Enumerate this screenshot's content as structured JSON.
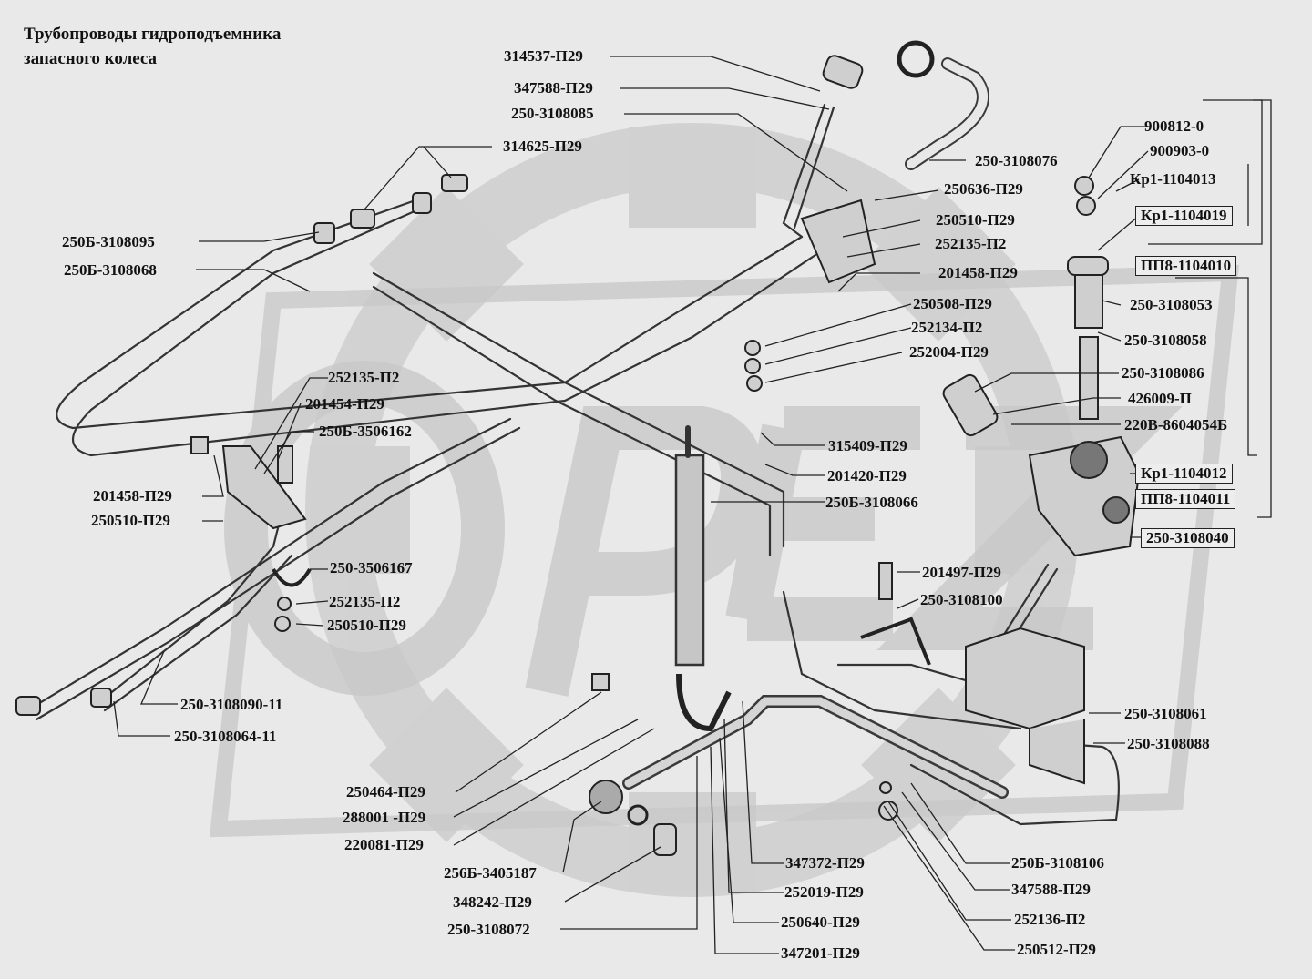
{
  "title": {
    "line1": "Трубопроводы гидроподъемника",
    "line2": "запасного колеса"
  },
  "watermark": {
    "text": "OPEZ",
    "logo": "gear-watermark"
  },
  "labels": {
    "l01": "314537-П29",
    "l02": "347588-П29",
    "l03": "250-3108085",
    "l04": "314625-П29",
    "l05": "250Б-3108095",
    "l06": "250Б-3108068",
    "l07": "250-3108076",
    "l08": "250636-П29",
    "l09": "250510-П29",
    "l10": "252135-П2",
    "l11": "201458-П29",
    "l12": "250508-П29",
    "l13": "252134-П2",
    "l14": "252004-П29",
    "l15": "900812-0",
    "l16": "900903-0",
    "l17": "Кр1-1104013",
    "l18": "Кр1-1104019",
    "l19": "ПП8-1104010",
    "l20": "250-3108053",
    "l21": "250-3108058",
    "l22": "250-3108086",
    "l23": "426009-П",
    "l24": "220В-8604054Б",
    "l25": "Кр1-1104012",
    "l26": "ПП8-1104011",
    "l27": "250-3108040",
    "l28": "252135-П2",
    "l29": "201454-П29",
    "l30": "250Б-3506162",
    "l31": "201458-П29",
    "l32": "250510-П29",
    "l33": "250-3506167",
    "l34": "252135-П2",
    "l35": "250510-П29",
    "l36": "315409-П29",
    "l37": "201420-П29",
    "l38": "250Б-3108066",
    "l39": "201497-П29",
    "l40": "250-3108100",
    "l41": "250-3108090-11",
    "l42": "250-3108064-11",
    "l43": "250-3108061",
    "l44": "250-3108088",
    "l45": "250464-П29",
    "l46": "288001 -П29",
    "l47": "220081-П29",
    "l48": "256Б-3405187",
    "l49": "348242-П29",
    "l50": "250-3108072",
    "l51": "347372-П29",
    "l52": "252019-П29",
    "l53": "250640-П29",
    "l54": "347201-П29",
    "l55": "250Б-3108106",
    "l56": "347588-П29",
    "l57": "252136-П2",
    "l58": "250512-П29"
  }
}
